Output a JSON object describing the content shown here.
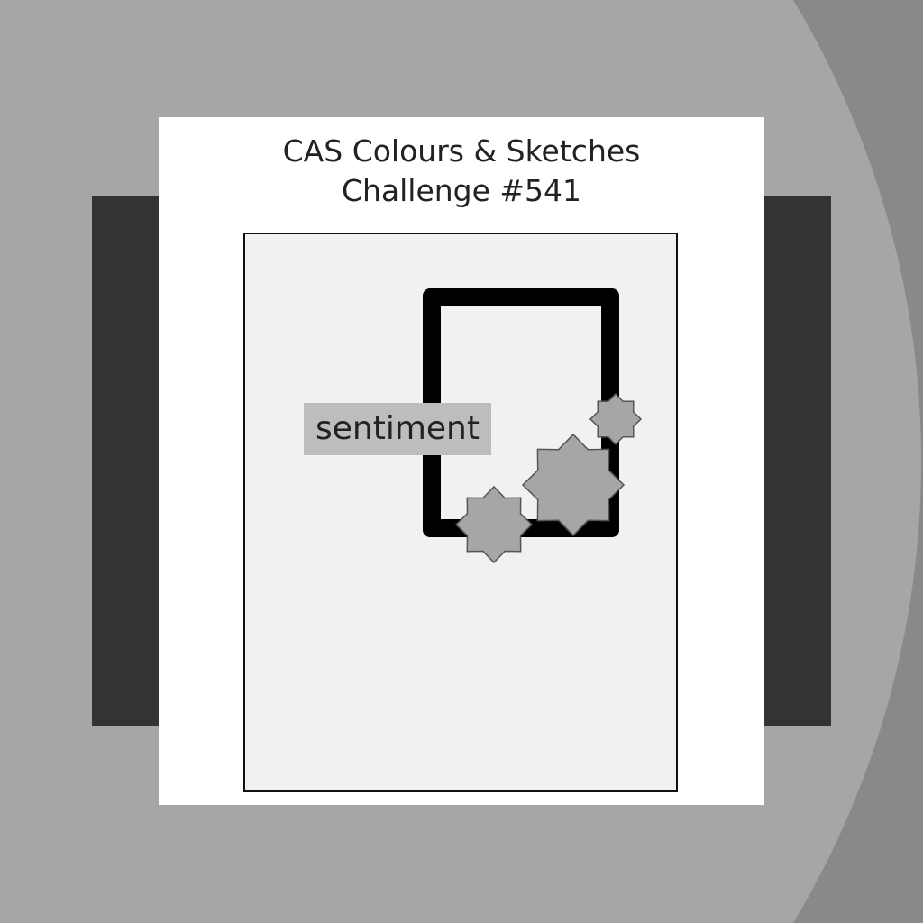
{
  "title_line1": "CAS Colours & Sketches",
  "title_line2": "Challenge #541",
  "sentiment_label": "sentiment",
  "colors": {
    "background": "#a6a6a6",
    "arc": "#898989",
    "bars": "#333333",
    "star_fill": "#a6a6a6"
  }
}
